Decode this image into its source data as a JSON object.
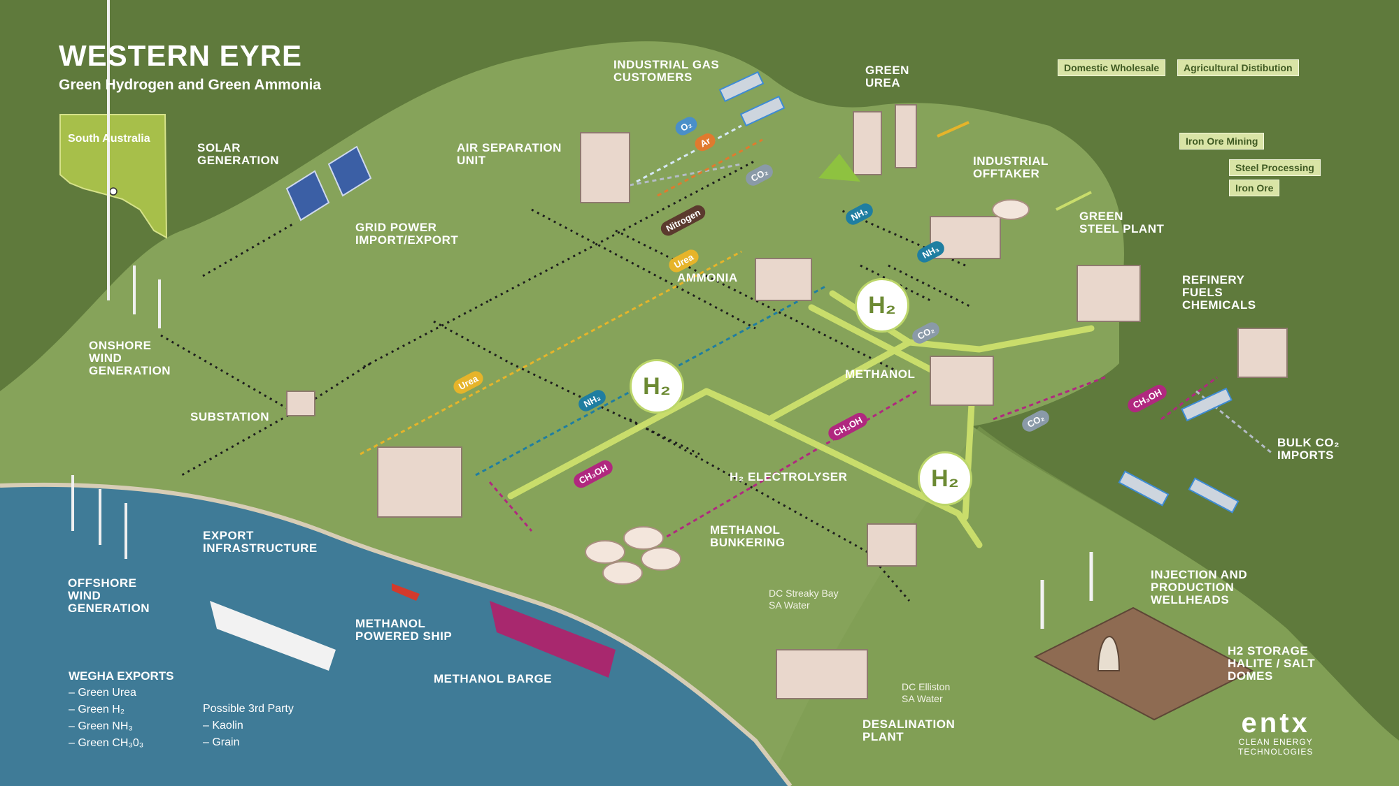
{
  "header": {
    "title": "WESTERN EYRE",
    "subtitle": "Green Hydrogen and Green Ammonia"
  },
  "map_inset": {
    "label": "South Australia"
  },
  "labels": {
    "solar": [
      "SOLAR",
      "GENERATION"
    ],
    "grid": [
      "GRID POWER",
      "IMPORT/EXPORT"
    ],
    "air_sep": [
      "AIR SEPARATION",
      "UNIT"
    ],
    "industrial_gas": [
      "INDUSTRIAL GAS",
      "CUSTOMERS"
    ],
    "green_urea": [
      "GREEN",
      "UREA"
    ],
    "industrial_offtaker": [
      "INDUSTRIAL",
      "OFFTAKER"
    ],
    "green_steel": [
      "GREEN",
      "STEEL PLANT"
    ],
    "refinery": [
      "REFINERY",
      "FUELS",
      "CHEMICALS"
    ],
    "onshore_wind": [
      "ONSHORE",
      "WIND",
      "GENERATION"
    ],
    "substation": [
      "SUBSTATION"
    ],
    "ammonia": [
      "AMMONIA"
    ],
    "methanol": [
      "METHANOL"
    ],
    "bulk_co2": [
      "BULK CO₂",
      "IMPORTS"
    ],
    "electrolyser": [
      "H₂ ELECTROLYSER"
    ],
    "methanol_bunkering": [
      "METHANOL",
      "BUNKERING"
    ],
    "injection": [
      "INJECTION AND",
      "PRODUCTION",
      "WELLHEADS"
    ],
    "h2_storage": [
      "H2 STORAGE",
      "HALITE / SALT",
      "DOMES"
    ],
    "export_infra": [
      "EXPORT",
      "INFRASTRUCTURE"
    ],
    "offshore_wind": [
      "OFFSHORE",
      "WIND",
      "GENERATION"
    ],
    "methanol_ship": [
      "METHANOL",
      "POWERED SHIP"
    ],
    "methanol_barge": [
      "METHANOL BARGE"
    ],
    "desalination": [
      "DESALINATION",
      "PLANT"
    ]
  },
  "tags": {
    "domestic_wholesale": "Domestic Wholesale",
    "agricultural_distribution": "Agricultural Distibution",
    "iron_ore_mining": "Iron Ore Mining",
    "steel_processing": "Steel Processing",
    "iron_ore": "Iron Ore"
  },
  "water_sources": {
    "streaky_bay": [
      "DC Streaky Bay",
      "SA Water"
    ],
    "elliston": [
      "DC Elliston",
      "SA Water"
    ]
  },
  "flow_chips": [
    {
      "text": "O₂",
      "color": "#4a8fc9"
    },
    {
      "text": "Ar",
      "color": "#e07a2e"
    },
    {
      "text": "CO₂",
      "color": "#8a9aa8"
    },
    {
      "text": "Nitrogen",
      "color": "#5b3a2e"
    },
    {
      "text": "NH₃",
      "color": "#1f7ea1"
    },
    {
      "text": "NH₃",
      "color": "#1f7ea1"
    },
    {
      "text": "Urea",
      "color": "#e6b42a"
    },
    {
      "text": "CO₂",
      "color": "#8a9aa8"
    },
    {
      "text": "Urea",
      "color": "#e6b42a"
    },
    {
      "text": "NH₃",
      "color": "#1f7ea1"
    },
    {
      "text": "CH₃OH",
      "color": "#b0287f"
    },
    {
      "text": "CH₃OH",
      "color": "#b0287f"
    },
    {
      "text": "CH₃OH",
      "color": "#b0287f"
    },
    {
      "text": "CO₂",
      "color": "#8a9aa8"
    }
  ],
  "h2_badges": [
    "H₂",
    "H₂",
    "H₂"
  ],
  "exports": {
    "heading": "WEGHA EXPORTS",
    "items": [
      "– Green Urea",
      "– Green H₂",
      "– Green NH₃",
      "– Green CH₃0₃"
    ]
  },
  "third_party": {
    "heading": "Possible 3rd Party",
    "items": [
      "– Kaolin",
      "– Grain"
    ]
  },
  "logo": {
    "mark": "entx",
    "line1": "CLEAN ENERGY",
    "line2": "TECHNOLOGIES"
  },
  "colors": {
    "background_dark": "#5f7a3c",
    "land_light": "#86a35a",
    "sea": "#3f7b97",
    "h2_pipe": "#c9dd6b",
    "methanol": "#b0287f",
    "ammonia": "#1f7ea1",
    "urea": "#e6b42a"
  }
}
